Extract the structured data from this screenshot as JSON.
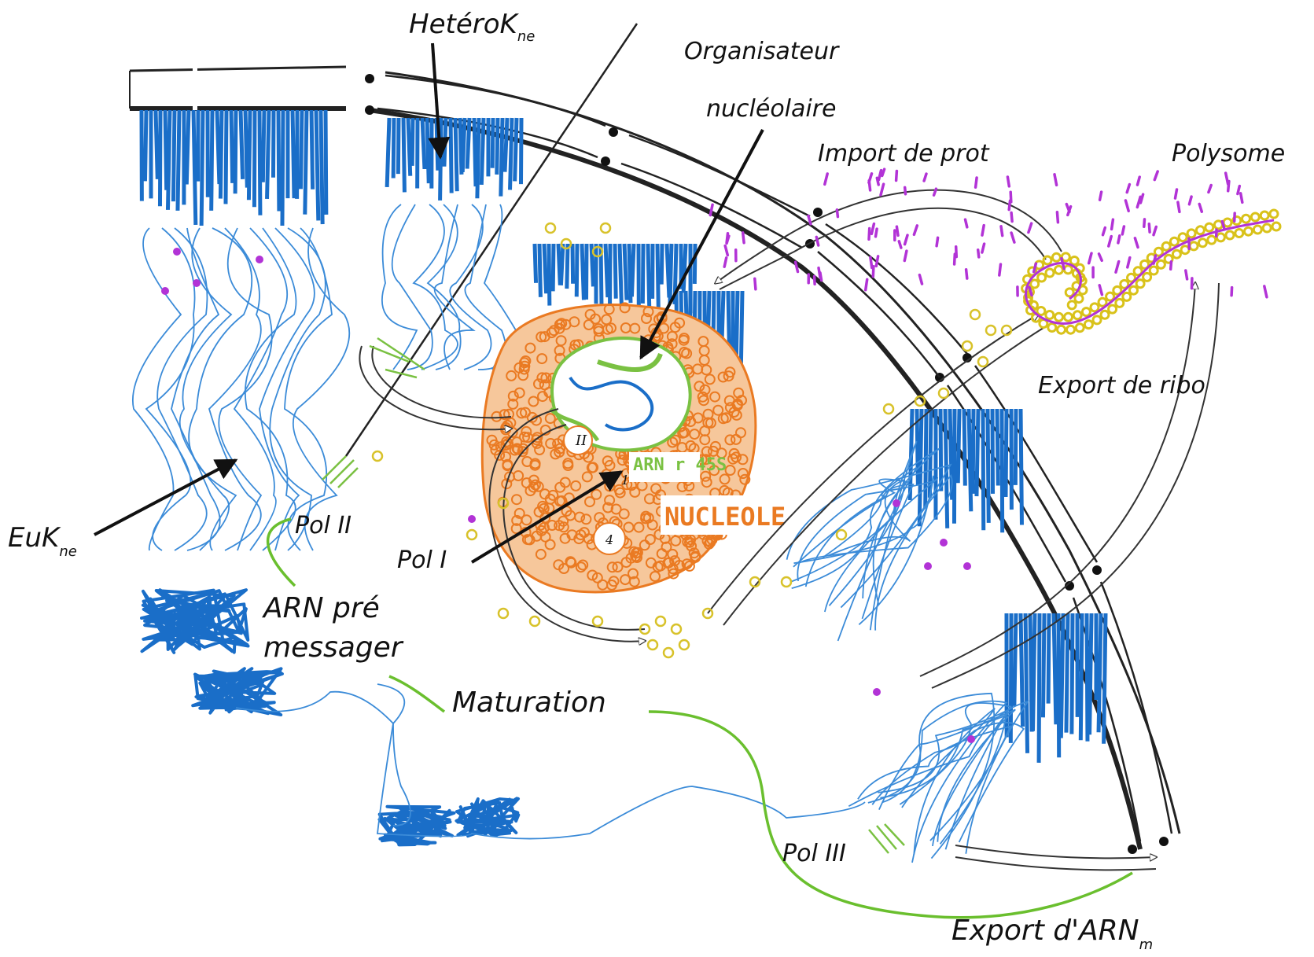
{
  "labels": {
    "heterok": "HetéroK",
    "heterok_sub": "ne",
    "organisateur_1": "Organisateur",
    "organisateur_2": "nucléolaire",
    "import": "Import de prot",
    "polysome": "Polysome",
    "export_ribo": "Export de ribo",
    "euk": "EuK",
    "euk_sub": "ne",
    "pol2": "Pol II",
    "pol1": "Pol I",
    "pol3": "Pol III",
    "arn_pre_1": "ARN pré",
    "arn_pre_2": "messager",
    "maturation": "Maturation",
    "export_arn": "Export d'ARN",
    "export_arn_sub": "m",
    "nucleole": "NUCLEOLE",
    "arn45": "ARN r 45S",
    "roman_2": "II",
    "roman_1": "1",
    "roman_4": "4"
  },
  "colors": {
    "chromatin": "#1a6ec8",
    "nucleolus": "#ea7a22",
    "pol_green": "#7ac142",
    "leader_green": "#6abf2e",
    "protein_purple": "#b233d6",
    "ribosome_yellow": "#e9e04a",
    "envelope": "#111111"
  }
}
